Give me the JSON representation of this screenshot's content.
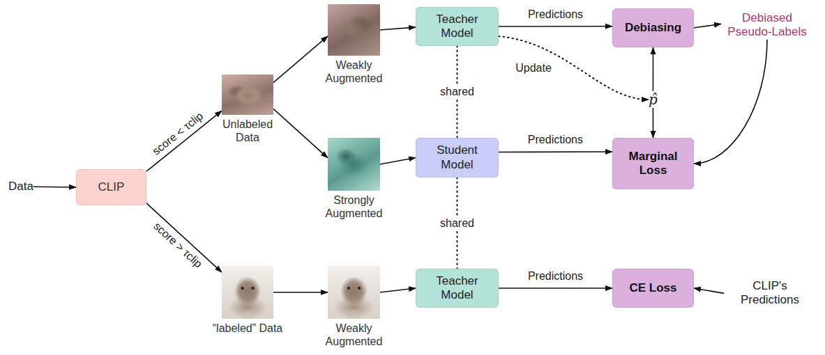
{
  "diagram": {
    "nodes": [
      {
        "text": [
          "Data"
        ]
      },
      {
        "text": [
          "CLIP"
        ]
      },
      {
        "text": [
          "Unlabeled Data"
        ]
      },
      {
        "text": [
          "Weakly Augmented"
        ]
      },
      {
        "text": [
          "Strongly Augmented"
        ]
      },
      {
        "text": [
          "Teacher Model"
        ]
      },
      {
        "text": [
          "Student Model"
        ]
      },
      {
        "text": [
          "Debiasing"
        ]
      },
      {
        "text": [
          "Marginal Loss"
        ]
      },
      {
        "text": [
          "p̂"
        ]
      },
      {
        "text": [
          "Debiased Pseudo-Labels"
        ]
      },
      {
        "text": [
          "“labeled” Data"
        ]
      },
      {
        "text": [
          "Weakly Augmented"
        ]
      },
      {
        "text": [
          "Teacher Model"
        ]
      },
      {
        "text": [
          "CE Loss"
        ]
      },
      {
        "text": [
          "CLIP's Predictions"
        ]
      }
    ],
    "edges": [
      {
        "from": 0,
        "to": 1,
        "arrow": "to"
      },
      {
        "from": 1,
        "to": 2,
        "label": "score < τclip",
        "arrow": "to"
      },
      {
        "from": 1,
        "to": 11,
        "label": "score > τclip",
        "arrow": "to"
      },
      {
        "from": 2,
        "to": 3,
        "arrow": "to"
      },
      {
        "from": 2,
        "to": 4,
        "arrow": "to"
      },
      {
        "from": 3,
        "to": 5,
        "arrow": "to"
      },
      {
        "from": 4,
        "to": 6,
        "arrow": "to"
      },
      {
        "from": 5,
        "to": 7,
        "label": "Predictions",
        "arrow": "to"
      },
      {
        "from": 5,
        "to": 9,
        "label": "Update",
        "arrow": "to"
      },
      {
        "from": 5,
        "to": 6,
        "label": "shared",
        "arrow": "none"
      },
      {
        "from": 6,
        "to": 8,
        "label": "Predictions",
        "arrow": "to"
      },
      {
        "from": 6,
        "to": 13,
        "label": "shared",
        "arrow": "none"
      },
      {
        "from": 7,
        "to": 10,
        "arrow": "to"
      },
      {
        "from": 10,
        "to": 8,
        "arrow": "to"
      },
      {
        "from": 9,
        "to": 7,
        "arrow": "to"
      },
      {
        "from": 9,
        "to": 8,
        "arrow": "to"
      },
      {
        "from": 11,
        "to": 12,
        "arrow": "to"
      },
      {
        "from": 12,
        "to": 13,
        "arrow": "to"
      },
      {
        "from": 13,
        "to": 14,
        "label": "Predictions",
        "arrow": "to"
      },
      {
        "from": 15,
        "to": 14,
        "arrow": "to"
      }
    ]
  }
}
